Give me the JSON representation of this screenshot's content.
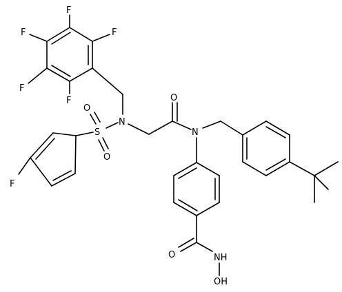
{
  "structure": {
    "atoms": {
      "f1": "F",
      "f2": "F",
      "f3": "F",
      "f4": "F",
      "f5": "F",
      "f6": "F",
      "o_sulfonyl_top": "O",
      "o_sulfonyl_bottom": "O",
      "s": "S",
      "n_sulfonamide": "N",
      "o_carbonyl": "O",
      "n_amide": "N",
      "o_hydroxamic": "O",
      "nh": "NH",
      "oh": "OH"
    }
  }
}
